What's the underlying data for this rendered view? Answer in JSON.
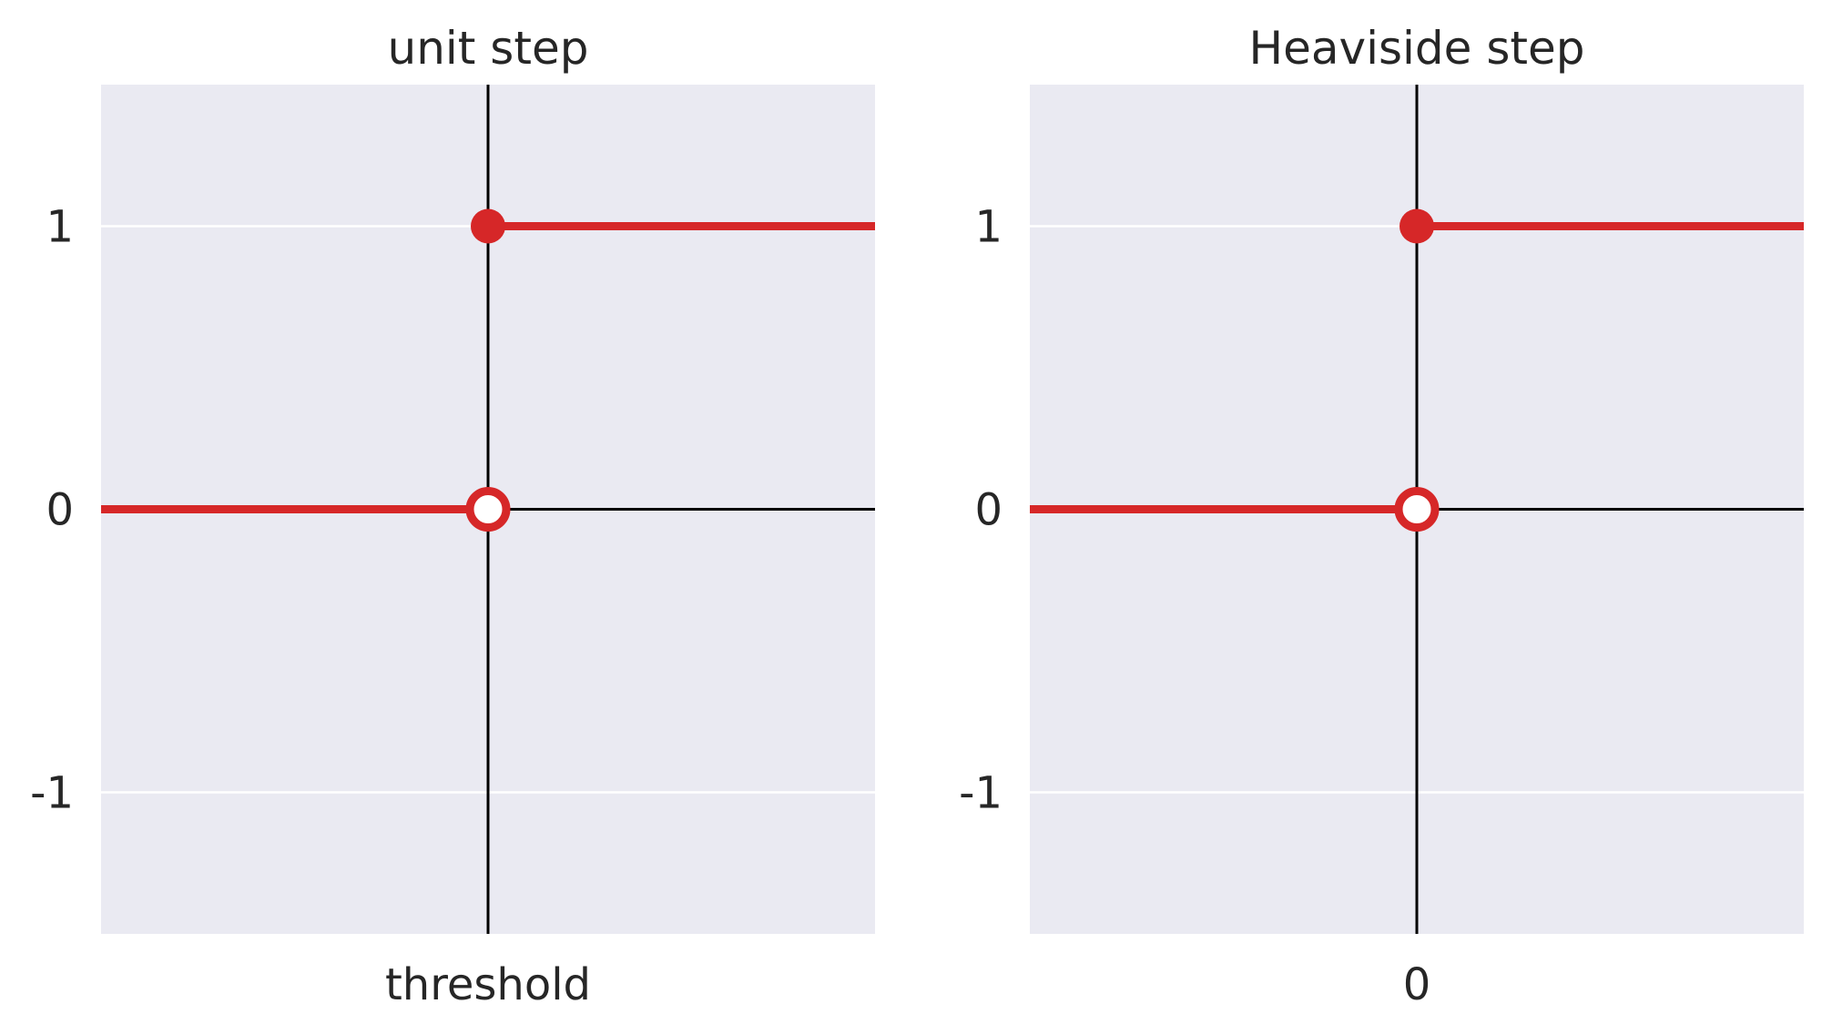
{
  "chart_data": [
    {
      "type": "line",
      "title": "unit step",
      "xlabel": "",
      "ylabel": "",
      "x_ticks": [
        {
          "value": 0,
          "label": "threshold"
        }
      ],
      "y_ticks": [
        {
          "value": -1,
          "label": "-1"
        },
        {
          "value": 0,
          "label": "0"
        },
        {
          "value": 1,
          "label": "1"
        }
      ],
      "xlim": [
        -1,
        1
      ],
      "ylim": [
        -1.5,
        1.5
      ],
      "grid": "horizontal",
      "series": [
        {
          "segments": [
            {
              "x": [
                -1,
                0
              ],
              "y": [
                0,
                0
              ]
            },
            {
              "x": [
                0,
                1
              ],
              "y": [
                1,
                1
              ]
            }
          ],
          "markers": [
            {
              "x": 0,
              "y": 1,
              "style": "filled"
            },
            {
              "x": 0,
              "y": 0,
              "style": "open"
            }
          ]
        }
      ],
      "reference_lines": {
        "vertical_x": 0,
        "horizontal_y": 0
      }
    },
    {
      "type": "line",
      "title": "Heaviside step",
      "xlabel": "",
      "ylabel": "",
      "x_ticks": [
        {
          "value": 0,
          "label": "0"
        }
      ],
      "y_ticks": [
        {
          "value": -1,
          "label": "-1"
        },
        {
          "value": 0,
          "label": "0"
        },
        {
          "value": 1,
          "label": "1"
        }
      ],
      "xlim": [
        -1,
        1
      ],
      "ylim": [
        -1.5,
        1.5
      ],
      "grid": "horizontal",
      "series": [
        {
          "segments": [
            {
              "x": [
                -1,
                0
              ],
              "y": [
                0,
                0
              ]
            },
            {
              "x": [
                0,
                1
              ],
              "y": [
                1,
                1
              ]
            }
          ],
          "markers": [
            {
              "x": 0,
              "y": 1,
              "style": "filled"
            },
            {
              "x": 0,
              "y": 0,
              "style": "open"
            }
          ]
        }
      ],
      "reference_lines": {
        "vertical_x": 0,
        "horizontal_y": 0
      }
    }
  ],
  "colors": {
    "series": "#d62728",
    "axes_background": "#eaeaf2",
    "grid": "#ffffff",
    "reference_line": "#000000",
    "text": "#262626"
  }
}
